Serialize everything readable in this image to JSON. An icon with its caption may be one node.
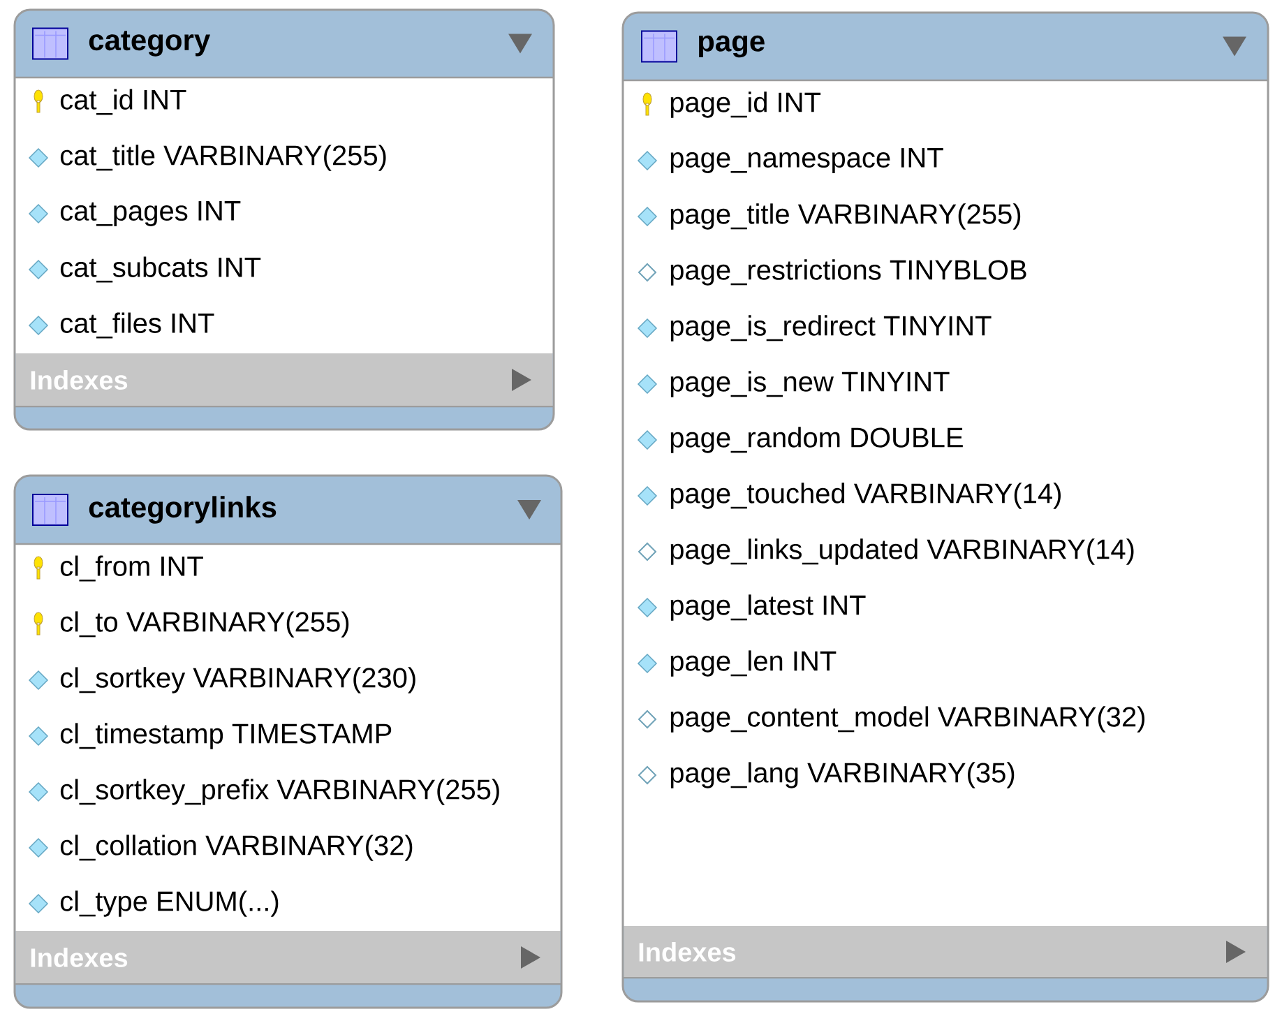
{
  "diagram": {
    "nodes": [
      {
        "text": [
          "category",
          "cat_id INT",
          "cat_title VARBINARY(255)",
          "cat_pages INT",
          "cat_subcats INT",
          "cat_files INT",
          "Indexes"
        ]
      },
      {
        "text": [
          "categorylinks",
          "cl_from INT",
          "cl_to VARBINARY(255)",
          "cl_sortkey VARBINARY(230)",
          "cl_timestamp TIMESTAMP",
          "cl_sortkey_prefix VARBINARY(255)",
          "cl_collation VARBINARY(32)",
          "cl_type ENUM(...)",
          "Indexes"
        ]
      },
      {
        "text": [
          "page",
          "page_id INT",
          "page_namespace INT",
          "page_title VARBINARY(255)",
          "page_restrictions TINYBLOB",
          "page_is_redirect TINYINT",
          "page_is_new TINYINT",
          "page_random DOUBLE",
          "page_touched VARBINARY(14)",
          "page_links_updated VARBINARY(14)",
          "page_latest INT",
          "page_len INT",
          "page_content_model VARBINARY(32)",
          "page_lang VARBINARY(35)",
          "Indexes"
        ]
      }
    ]
  }
}
